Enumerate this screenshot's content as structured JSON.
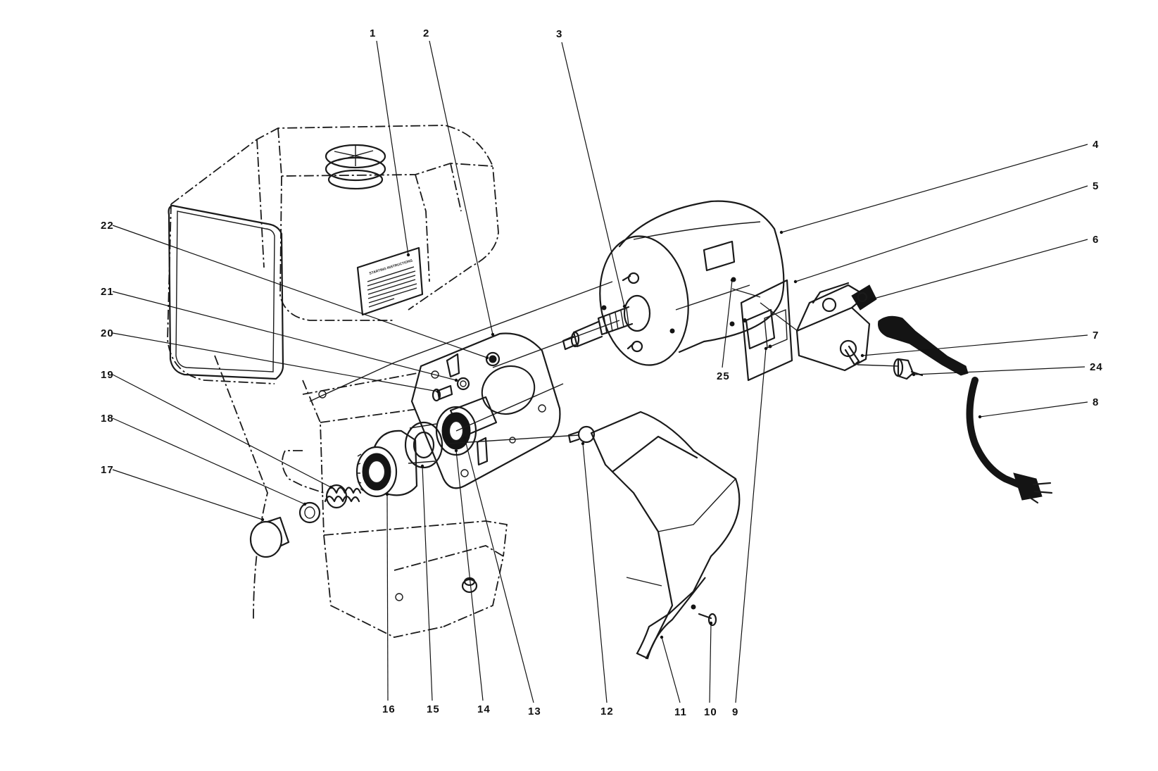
{
  "diagram": {
    "label_plate_text": "STARTING INSTRUCTIONS",
    "callouts": [
      {
        "id": "1",
        "label": "1"
      },
      {
        "id": "2",
        "label": "2"
      },
      {
        "id": "3",
        "label": "3"
      },
      {
        "id": "4",
        "label": "4"
      },
      {
        "id": "5",
        "label": "5"
      },
      {
        "id": "6",
        "label": "6"
      },
      {
        "id": "7",
        "label": "7"
      },
      {
        "id": "8",
        "label": "8"
      },
      {
        "id": "9",
        "label": "9"
      },
      {
        "id": "10",
        "label": "10"
      },
      {
        "id": "11",
        "label": "11"
      },
      {
        "id": "12",
        "label": "12"
      },
      {
        "id": "13",
        "label": "13"
      },
      {
        "id": "14",
        "label": "14"
      },
      {
        "id": "15",
        "label": "15"
      },
      {
        "id": "16",
        "label": "16"
      },
      {
        "id": "17",
        "label": "17"
      },
      {
        "id": "18",
        "label": "18"
      },
      {
        "id": "19",
        "label": "19"
      },
      {
        "id": "20",
        "label": "20"
      },
      {
        "id": "21",
        "label": "21"
      },
      {
        "id": "22",
        "label": "22"
      },
      {
        "id": "24",
        "label": "24"
      },
      {
        "id": "25",
        "label": "25"
      }
    ],
    "colors": {
      "ink": "#1a1a1a",
      "paper": "#ffffff"
    }
  }
}
